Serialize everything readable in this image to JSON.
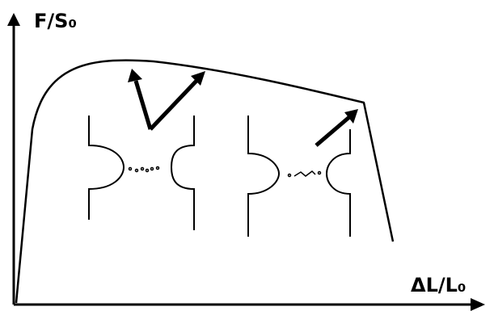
{
  "axes": {
    "y_label": "F/S₀",
    "x_label": "ΔL/L₀"
  },
  "colors": {
    "stroke": "#000000",
    "background": "#ffffff"
  },
  "annotations": {
    "arrows": [
      "left-up-arrow",
      "right-up-arrow",
      "fracture-arrow"
    ],
    "specimen_shapes": [
      "necking-specimen-voids",
      "necking-specimen-crack"
    ]
  }
}
